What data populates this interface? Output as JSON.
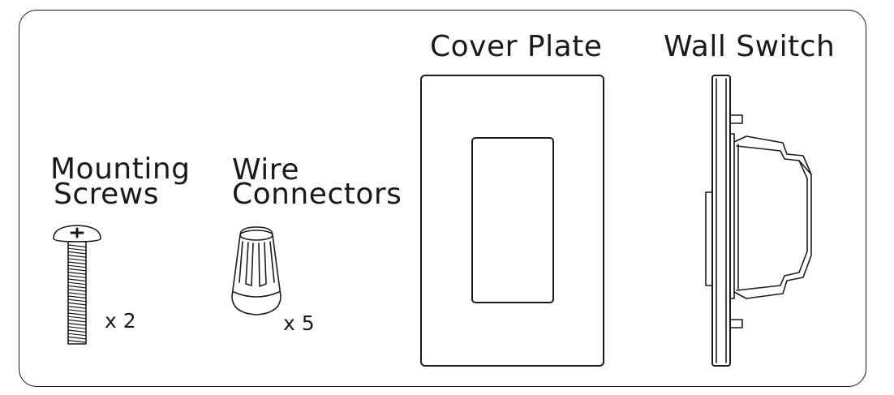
{
  "items": [
    {
      "id": "mounting-screws",
      "label_line1": "Mounting",
      "label_line2": "Screws",
      "quantity": "x 2"
    },
    {
      "id": "wire-connectors",
      "label_line1": "Wire",
      "label_line2": "Connectors",
      "quantity": "x 5"
    },
    {
      "id": "cover-plate",
      "label": "Cover Plate"
    },
    {
      "id": "wall-switch",
      "label": "Wall Switch"
    }
  ],
  "colors": {
    "line": "#1a1a1a",
    "background": "#ffffff"
  }
}
